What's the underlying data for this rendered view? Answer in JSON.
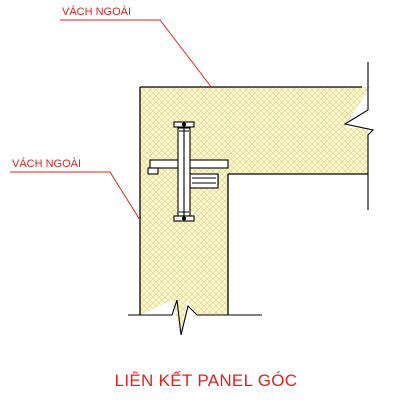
{
  "labels": {
    "outer_wall_top": "VÁCH NGOÀI",
    "outer_wall_left": "VÁCH NGOÀI"
  },
  "title": "LIÊN KẾT PANEL GÓC",
  "colors": {
    "panel_fill": "#fcf6c4",
    "hatch": "#d8d2a4",
    "text": "#e2231a",
    "line": "#000000",
    "leader": "#e2231a"
  }
}
